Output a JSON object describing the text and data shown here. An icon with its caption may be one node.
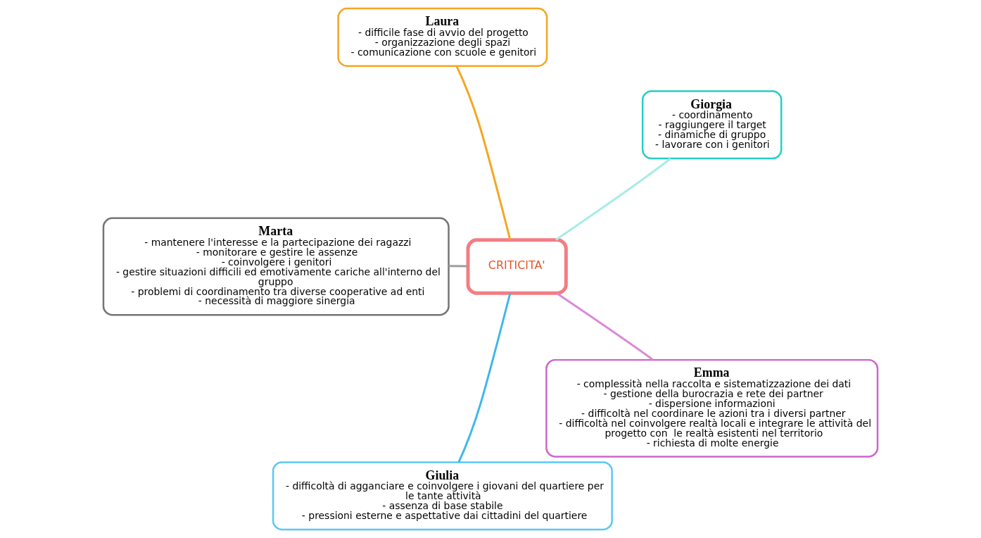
{
  "diagram": {
    "nodes": [
      {
        "text": [
          "CRITICITA'"
        ]
      },
      {
        "text": [
          "Giorgia",
          "- coordinamento",
          "- raggiungere il target",
          "- dinamiche di gruppo",
          "- lavorare con i genitori"
        ]
      },
      {
        "text": [
          "Laura",
          "- difficile fase di avvio del progetto",
          "- organizzazione degli spazi",
          "- comunicazione con scuole e genitori"
        ]
      },
      {
        "text": [
          "Marta",
          "- mantenere l'interesse e la partecipazione dei ragazzi",
          "- monitorare e gestire le assenze",
          "- coinvolgere i genitori",
          "- gestire situazioni difficili ed emotivamente cariche all'interno del gruppo",
          "- problemi di coordinamento tra diverse cooperative ad enti",
          "- necessità di maggiore sinergia"
        ]
      },
      {
        "text": [
          "Giulia",
          "- difficoltà di agganciare e coinvolgere i giovani del quartiere per le tante attività",
          "- assenza di base stabile",
          "- pressioni esterne e aspettative dai cittadini del quartiere"
        ]
      },
      {
        "text": [
          "Emma",
          "- complessità nella raccolta e sistematizzazione dei dati",
          "- gestione della burocrazia e rete dei partner",
          "- dispersione informazioni",
          "- difficoltà nel coordinare le azioni tra i diversi partner",
          "- difficoltà nel coinvolgere realtà locali e integrare le attività del progetto con  le realtà esistenti nel territorio",
          "- richiesta di molte energie"
        ]
      }
    ],
    "edges": [
      {
        "from": 0,
        "to": 1,
        "arrow": "none",
        "color": "#a8ece6"
      },
      {
        "from": 0,
        "to": 2,
        "arrow": "none",
        "color": "#f5a623"
      },
      {
        "from": 0,
        "to": 3,
        "arrow": "none",
        "color": "#9e9e9e"
      },
      {
        "from": 0,
        "to": 4,
        "arrow": "none",
        "color": "#3fb6ec"
      },
      {
        "from": 0,
        "to": 5,
        "arrow": "none",
        "color": "#d98ad8"
      }
    ]
  }
}
